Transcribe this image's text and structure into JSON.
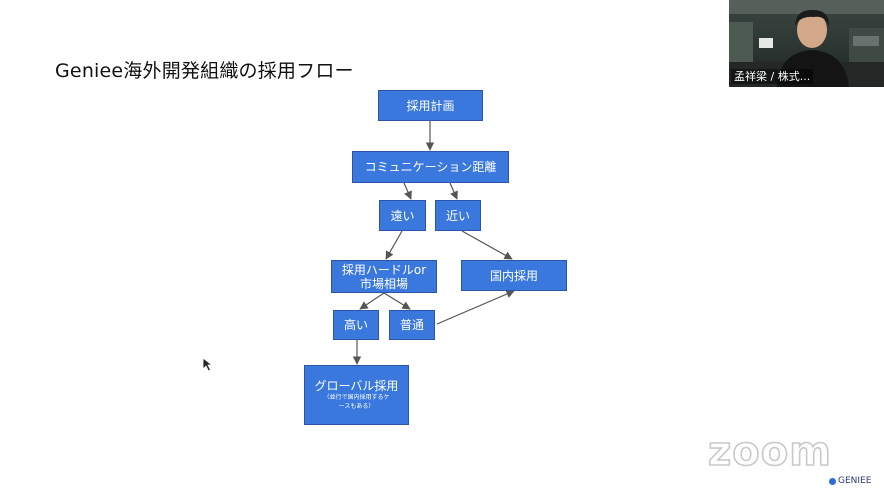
{
  "slide": {
    "title": "Geniee海外開発組織の採用フロー"
  },
  "flowchart": {
    "nodes": {
      "plan": "採用計画",
      "distance": "コミュニケーション距離",
      "far": "遠い",
      "near": "近い",
      "hurdle_line1": "採用ハードルor",
      "hurdle_line2": "市場相場",
      "domestic": "国内採用",
      "high": "高い",
      "normal": "普通",
      "global": "グローバル採用",
      "global_note_line1": "（並行で国内採用するケ",
      "global_note_line2": "ースもある）"
    }
  },
  "webcam": {
    "participant_name": "孟祥梁 / 株式..."
  },
  "watermark": {
    "zoom": "zoom",
    "brand": "GENIEE"
  },
  "colors": {
    "box_fill": "#3a78dd",
    "box_border": "#2a55a8",
    "arrow": "#555555"
  }
}
